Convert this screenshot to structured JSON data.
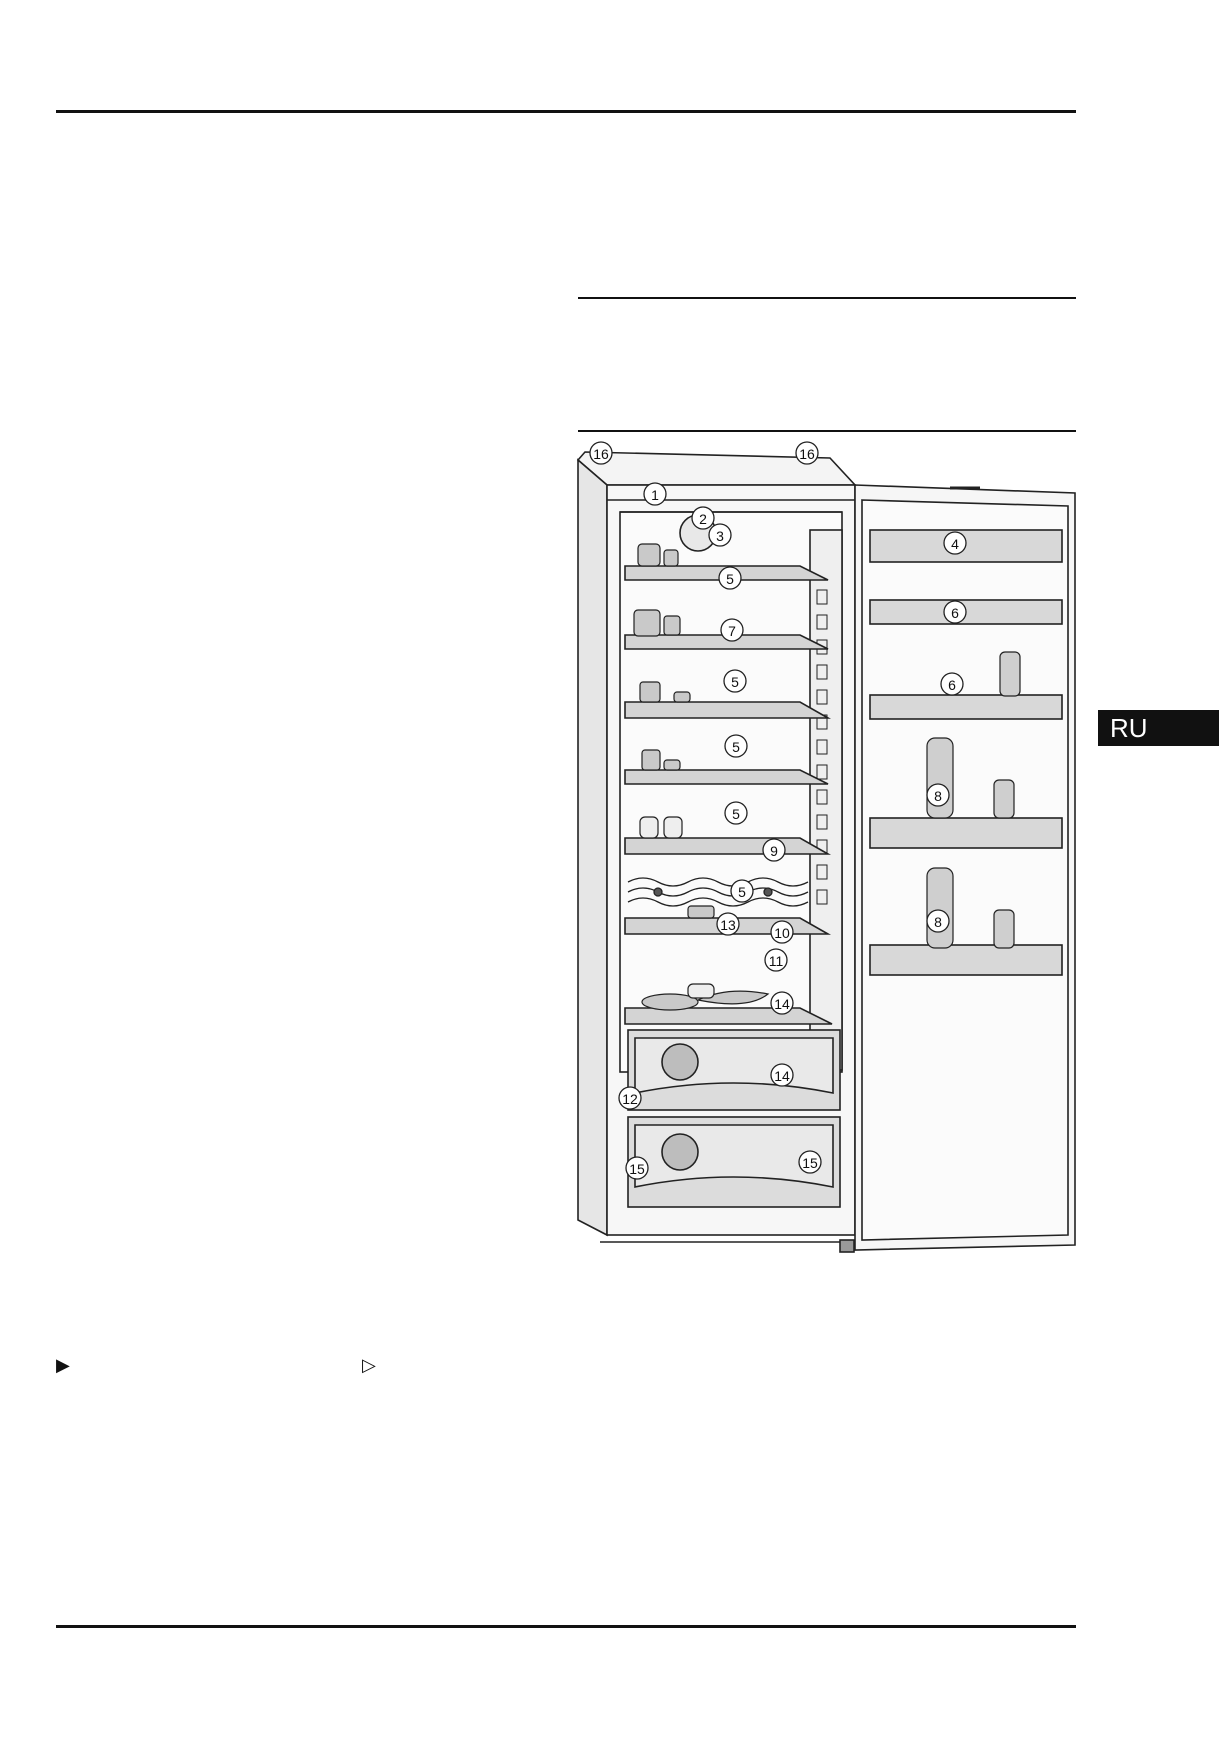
{
  "page": {
    "language_tab": "RU"
  },
  "bullets": {
    "filled_arrow": "▶",
    "hollow_arrow": "▷"
  },
  "diagram": {
    "callouts": [
      {
        "id": "top-left",
        "label": "16"
      },
      {
        "id": "top-right",
        "label": "16"
      },
      {
        "id": "control-panel",
        "label": "1"
      },
      {
        "id": "light",
        "label": "2"
      },
      {
        "id": "light-switch",
        "label": "3"
      },
      {
        "id": "door-lid",
        "label": "4"
      },
      {
        "id": "shelf-1",
        "label": "5"
      },
      {
        "id": "door-shelf-1",
        "label": "6"
      },
      {
        "id": "split-shelf",
        "label": "7"
      },
      {
        "id": "shelf-2",
        "label": "5"
      },
      {
        "id": "door-shelf-2",
        "label": "6"
      },
      {
        "id": "shelf-3",
        "label": "5"
      },
      {
        "id": "bottle-shelf-1",
        "label": "8"
      },
      {
        "id": "shelf-4",
        "label": "5"
      },
      {
        "id": "bottle-rack",
        "label": "9"
      },
      {
        "id": "shelf-5",
        "label": "5"
      },
      {
        "id": "bottle-shelf-2",
        "label": "8"
      },
      {
        "id": "fresh-zone",
        "label": "13"
      },
      {
        "id": "fresh-zone-label",
        "label": "10"
      },
      {
        "id": "fresh-shelf",
        "label": "11"
      },
      {
        "id": "drawer-1",
        "label": "14"
      },
      {
        "id": "drawer-2",
        "label": "14"
      },
      {
        "id": "drain",
        "label": "12"
      },
      {
        "id": "foot-left",
        "label": "15"
      },
      {
        "id": "foot-right",
        "label": "15"
      }
    ]
  }
}
